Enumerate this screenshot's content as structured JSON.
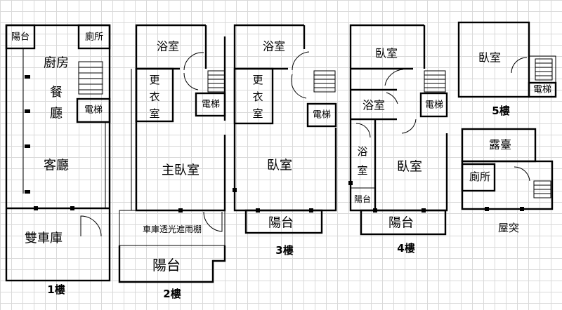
{
  "floors": {
    "f1": {
      "title": "1樓",
      "balcony": "陽台",
      "toilet": "廁所",
      "kitchen": "廚房",
      "dining_1": "餐",
      "dining_2": "廳",
      "elevator": "電梯",
      "living": "客廳",
      "garage": "雙車庫"
    },
    "f2": {
      "title": "2樓",
      "bath": "浴室",
      "closet_1": "更",
      "closet_2": "衣",
      "closet_3": "室",
      "elevator": "電梯",
      "master": "主臥室",
      "canopy": "車庫透光遮雨棚",
      "balcony": "陽台"
    },
    "f3": {
      "title": "3樓",
      "bath": "浴室",
      "closet_1": "更",
      "closet_2": "衣",
      "closet_3": "室",
      "elevator": "電梯",
      "bedroom": "臥室",
      "balcony": "陽台"
    },
    "f4": {
      "title": "4樓",
      "bedroom_top": "臥室",
      "bath_mid": "浴室",
      "elevator": "電梯",
      "bath_side_1": "浴",
      "bath_side_2": "室",
      "bedroom_main": "臥室",
      "balcony_small": "陽台",
      "balcony": "陽台"
    },
    "f5": {
      "title": "5樓",
      "bedroom": "臥室",
      "elevator": "電梯"
    },
    "roof": {
      "title": "屋突",
      "terrace": "露臺",
      "toilet": "廁所"
    }
  }
}
